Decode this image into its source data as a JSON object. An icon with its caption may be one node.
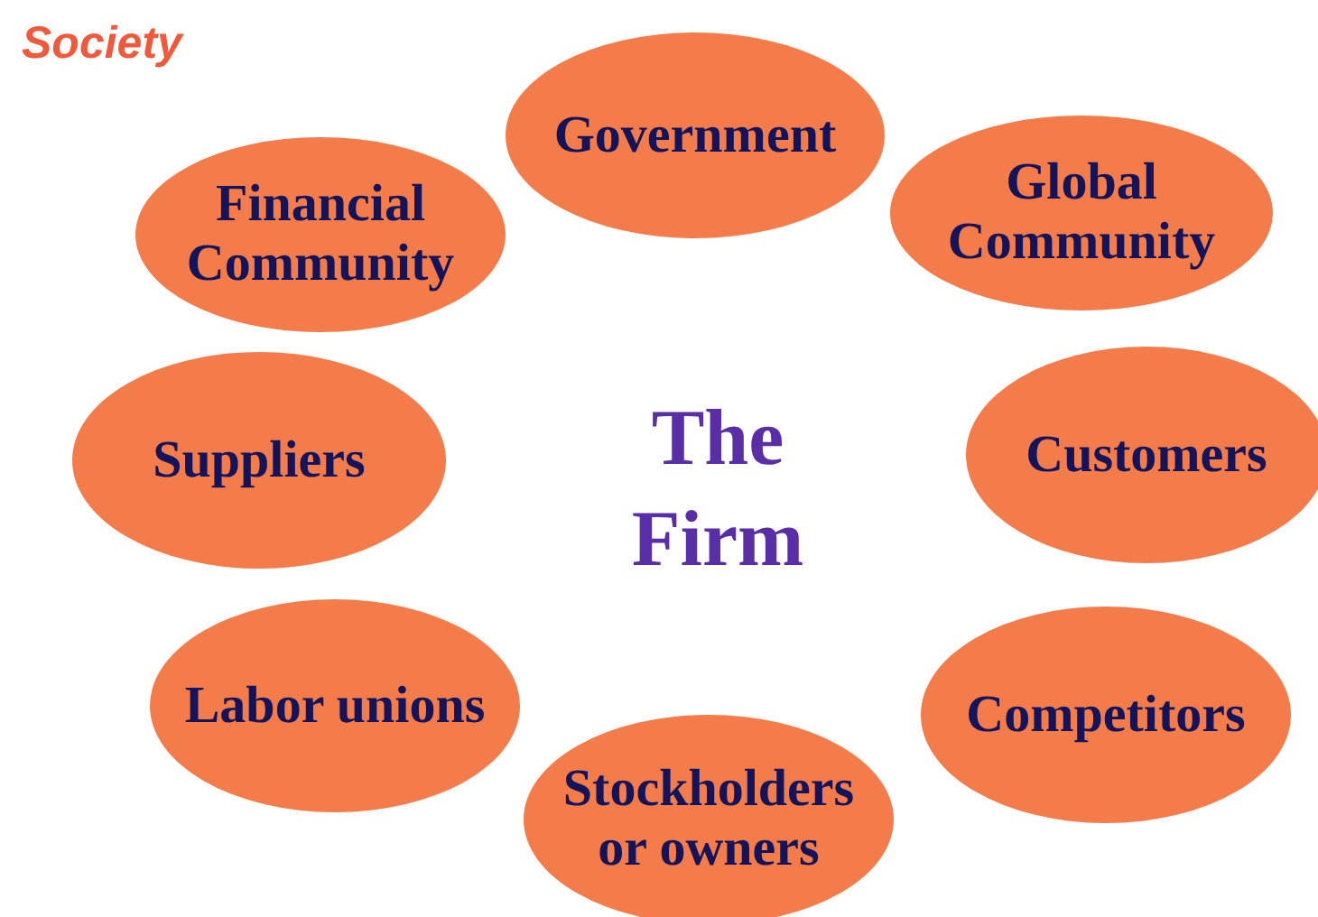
{
  "diagram": {
    "nodes": [
      {
        "text": [
          "Government"
        ]
      },
      {
        "text": [
          "Financial Community"
        ]
      },
      {
        "text": [
          "Global Community"
        ]
      },
      {
        "text": [
          "Suppliers"
        ]
      },
      {
        "text": [
          "Customers"
        ]
      },
      {
        "text": [
          "Labor unions"
        ]
      },
      {
        "text": [
          "Competitors"
        ]
      },
      {
        "text": [
          "Stockholders or owners"
        ]
      }
    ],
    "edges": [],
    "labels": [
      "Society",
      "The Firm"
    ]
  }
}
